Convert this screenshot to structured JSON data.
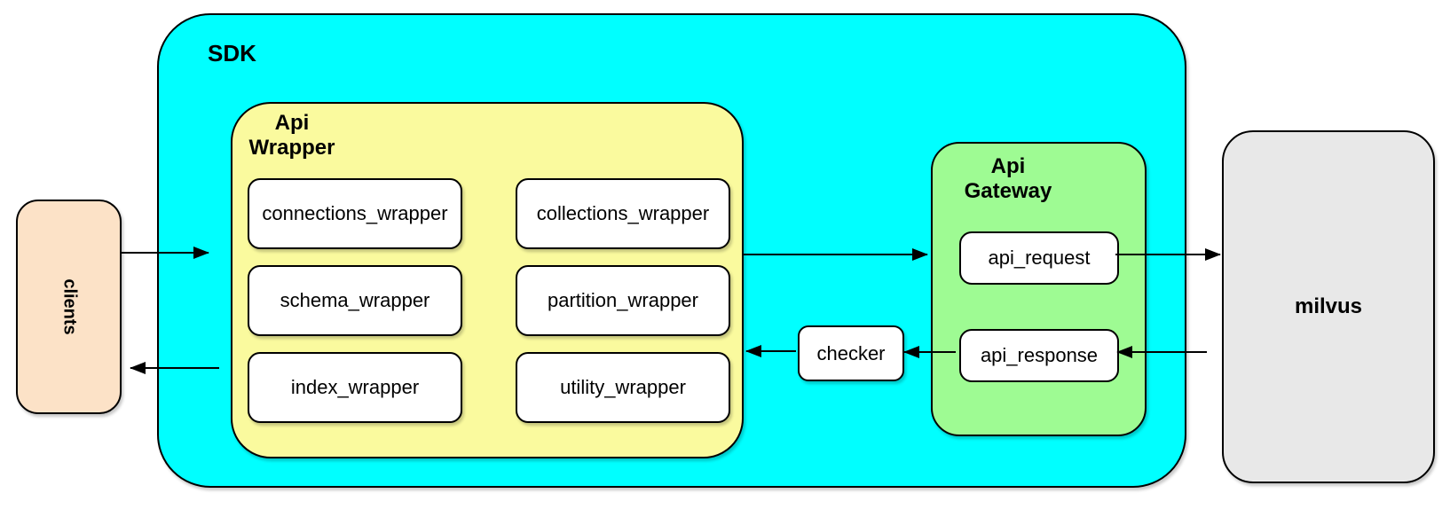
{
  "colors": {
    "sdk_fill": "#00FFFF",
    "api_wrapper_fill": "#FAFA9E",
    "api_gateway_fill": "#9EFB93",
    "clients_fill": "#FCE2C7",
    "milvus_fill": "#E8E8E8",
    "node_fill": "#FFFFFF",
    "stroke": "#000000"
  },
  "clients": {
    "label": "clients"
  },
  "sdk": {
    "label": "SDK",
    "api_wrapper": {
      "label_lines": [
        "Api",
        "Wrapper"
      ],
      "modules": [
        "connections_wrapper",
        "collections_wrapper",
        "schema_wrapper",
        "partition_wrapper",
        "index_wrapper",
        "utility_wrapper"
      ]
    },
    "checker": {
      "label": "checker"
    },
    "api_gateway": {
      "label_lines": [
        "Api",
        "Gateway"
      ],
      "modules": [
        "api_request",
        "api_response"
      ]
    }
  },
  "milvus": {
    "label": "milvus"
  },
  "edges": [
    {
      "from": "clients",
      "to": "sdk"
    },
    {
      "from": "api_wrapper",
      "to": "api_request"
    },
    {
      "from": "api_request",
      "to": "milvus"
    },
    {
      "from": "milvus",
      "to": "api_response"
    },
    {
      "from": "api_response",
      "to": "checker"
    },
    {
      "from": "checker",
      "to": "api_wrapper"
    },
    {
      "from": "sdk",
      "to": "clients"
    }
  ]
}
